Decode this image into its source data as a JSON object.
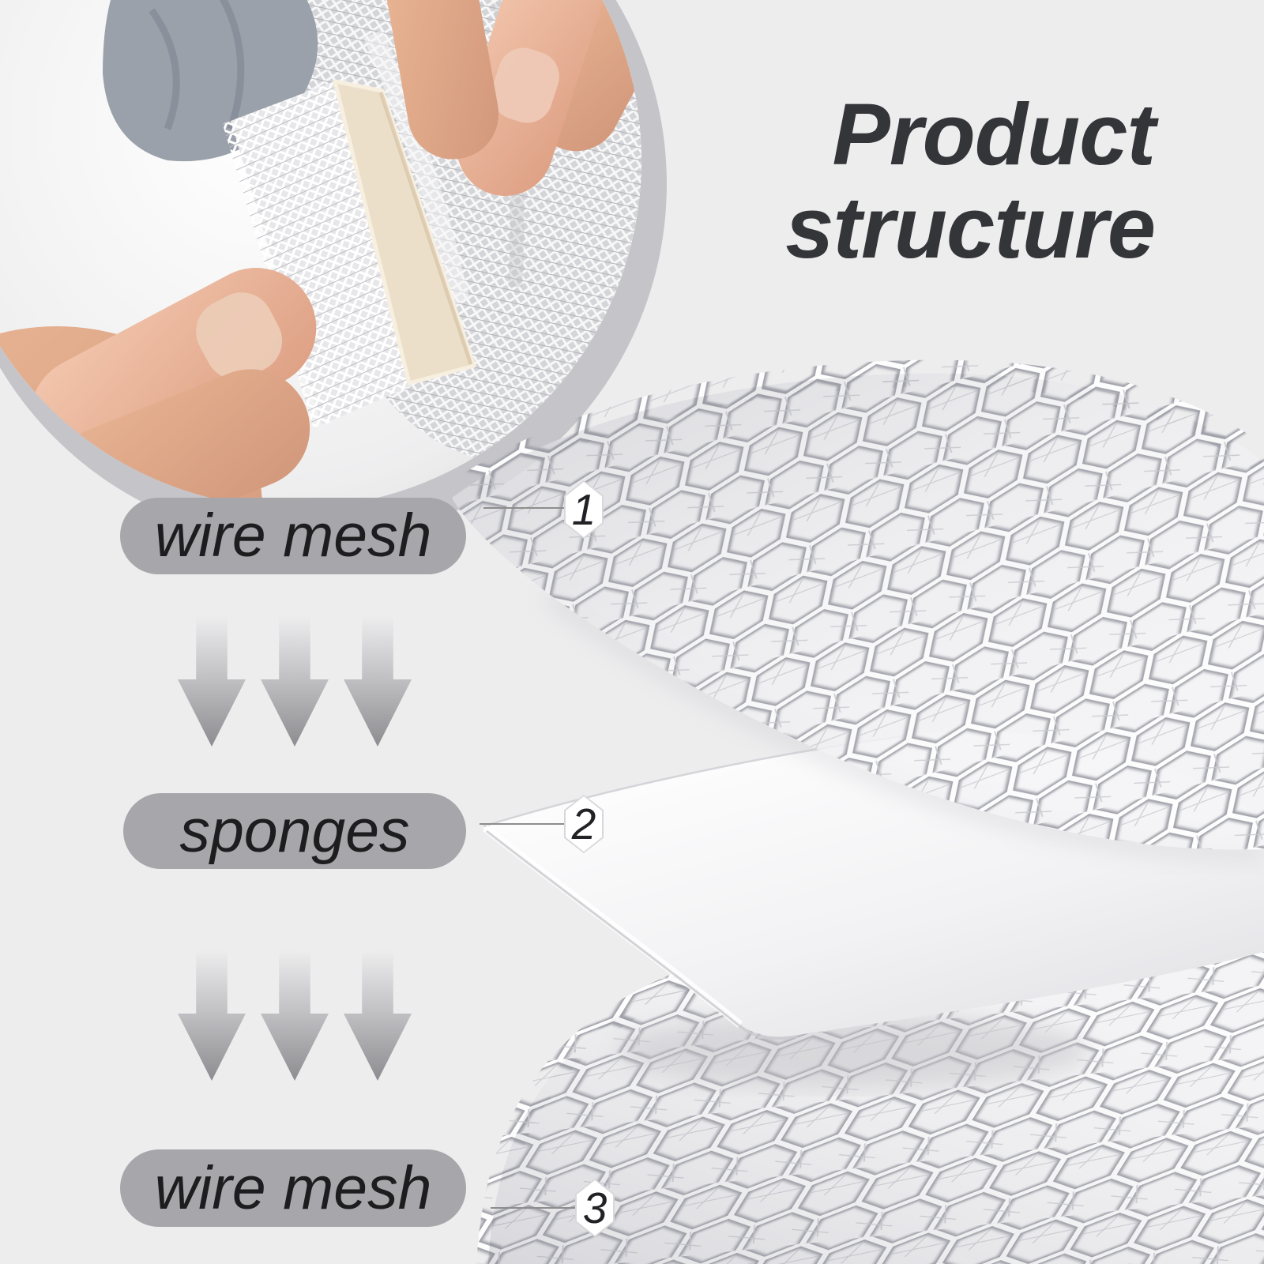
{
  "background_color": "#ededee",
  "title": {
    "line1": "Product",
    "line2": "structure",
    "color": "#343539"
  },
  "left_labels": {
    "pill_color": "#a7a7ab",
    "text_color": "#1d1d1f",
    "items": [
      {
        "label": "wire mesh"
      },
      {
        "label": "sponges"
      },
      {
        "label": "wire mesh"
      }
    ]
  },
  "arrows": {
    "groups": 2,
    "per_group": 3,
    "direction": "down",
    "color_end": "#8d8d91"
  },
  "diagram": {
    "marker_fill": "#ffffff",
    "leader_line_color": "#8d8d8d",
    "layers": [
      {
        "number": "1",
        "name": "wire mesh layer"
      },
      {
        "number": "2",
        "name": "sponge layer"
      },
      {
        "number": "3",
        "name": "wire mesh layer"
      }
    ]
  },
  "photo": {
    "subject": "hands peeling wire mesh from sponge",
    "ring_color": "#c5c5c9"
  }
}
